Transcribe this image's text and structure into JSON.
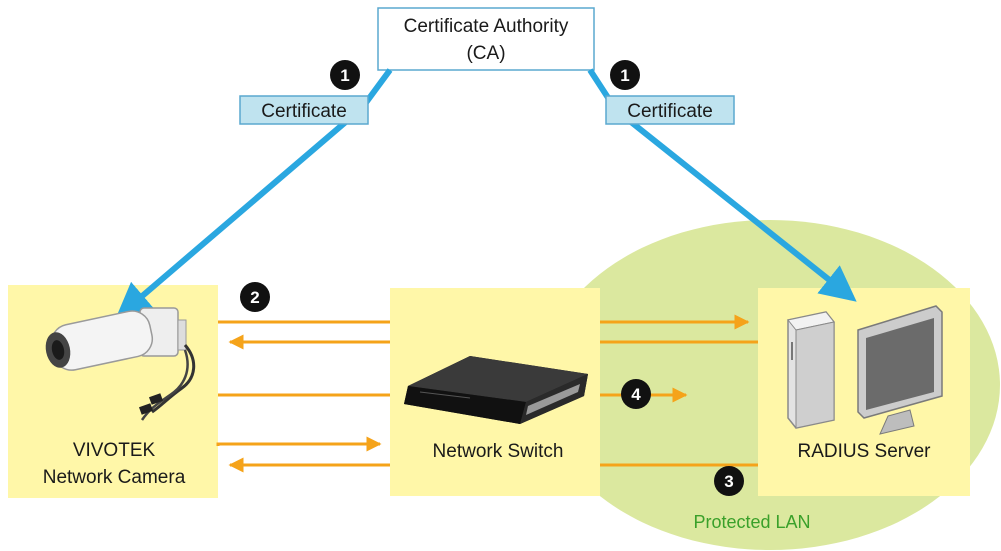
{
  "ca": {
    "line1": "Certificate Authority",
    "line2": "(CA)"
  },
  "certificate_left": "Certificate",
  "certificate_right": "Certificate",
  "camera": {
    "line1": "VIVOTEK",
    "line2": "Network Camera"
  },
  "switch": {
    "label": "Network Switch"
  },
  "server": {
    "label": "RADIUS Server"
  },
  "protected_lan": "Protected LAN",
  "steps": {
    "one_left": "1",
    "one_right": "1",
    "two": "2",
    "three": "3",
    "four": "4"
  },
  "colors": {
    "blue_arrow": "#2aa7e0",
    "orange_arrow": "#f5a31a",
    "node_box": "#fff7a8",
    "lan_ellipse": "#dbe89f",
    "cert_box": "#bfe3ef",
    "lan_text": "#3aa02a"
  }
}
